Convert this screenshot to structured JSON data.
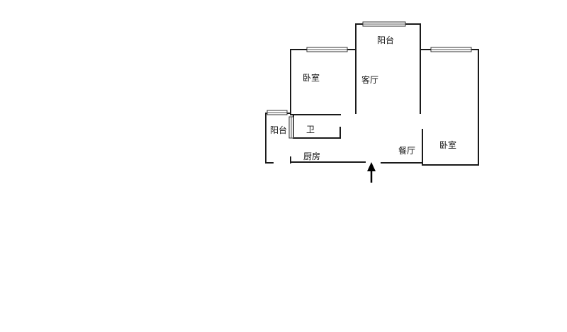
{
  "floorplan": {
    "rooms": {
      "bedroom_left": "卧室",
      "balcony_top": "阳台",
      "living_room": "客厅",
      "balcony_left": "阳台",
      "bathroom": "卫",
      "kitchen": "厨房",
      "dining_room": "餐厅",
      "bedroom_right": "卧室"
    }
  }
}
